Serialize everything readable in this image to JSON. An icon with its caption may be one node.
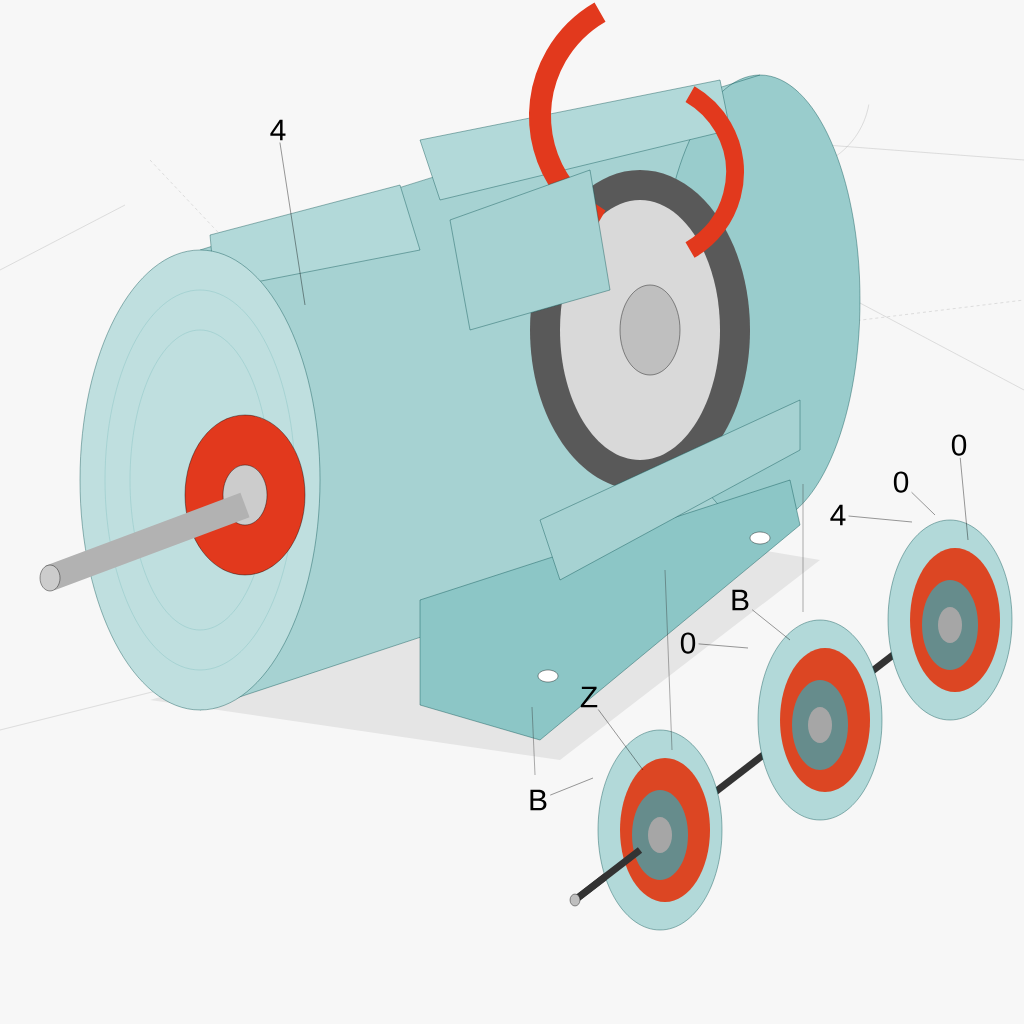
{
  "diagram": {
    "nodes": [
      {
        "text": [
          "4"
        ]
      },
      {
        "text": [
          "0"
        ]
      },
      {
        "text": [
          "0"
        ]
      },
      {
        "text": [
          "4"
        ]
      },
      {
        "text": [
          "B"
        ]
      },
      {
        "text": [
          "0"
        ]
      },
      {
        "text": [
          "Z"
        ]
      },
      {
        "text": [
          "B"
        ]
      }
    ],
    "edges": [
      {
        "from": 0,
        "to": null,
        "arrow": "none"
      },
      {
        "from": 1,
        "to": null,
        "arrow": "none"
      },
      {
        "from": 2,
        "to": null,
        "arrow": "none"
      },
      {
        "from": 3,
        "to": null,
        "arrow": "none"
      },
      {
        "from": 4,
        "to": null,
        "arrow": "none"
      },
      {
        "from": 5,
        "to": null,
        "arrow": "none"
      },
      {
        "from": 6,
        "to": null,
        "arrow": "none"
      },
      {
        "from": 7,
        "to": null,
        "arrow": "none"
      }
    ]
  }
}
